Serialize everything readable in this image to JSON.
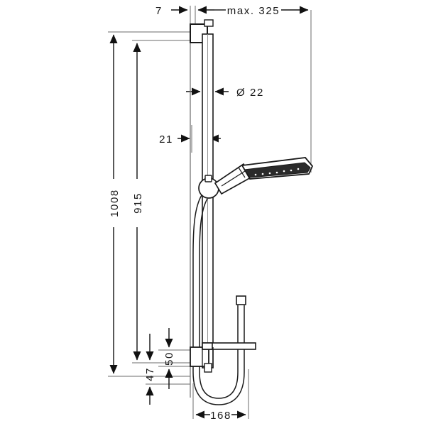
{
  "drawing": {
    "title": "Shower set technical dimension drawing",
    "units": "mm",
    "background_color": "#ffffff",
    "line_color": "#1a1a1a",
    "thin_line_color": "#5a5a5a"
  },
  "dimensions": {
    "wall_offset": "7",
    "max_reach": "max. 325",
    "rod_diameter": "Ø 22",
    "bracket_offset": "21",
    "overall_height": "1008",
    "rail_height": "915",
    "lower_bracket_height": "50",
    "lower_foot_height": "47",
    "hose_loop_width": "168"
  },
  "components": {
    "wall_line": "wall-reference-line",
    "shower_rail": "vertical-shower-rail",
    "top_bracket": "top-wall-bracket",
    "bottom_bracket": "bottom-wall-bracket",
    "slider_holder": "adjustable-slider-holder",
    "handshower": "handshower-head",
    "hose": "shower-hose",
    "hose_outlet": "hose-wall-outlet"
  }
}
